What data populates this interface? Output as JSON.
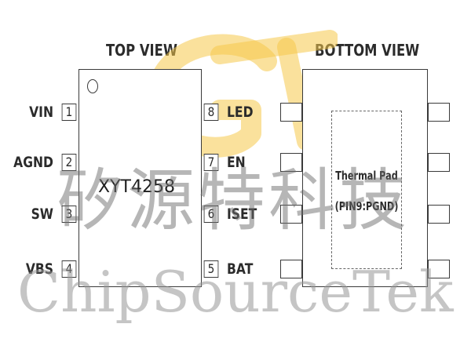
{
  "top_view_title": "TOP VIEW",
  "bottom_view_title": "BOTTOM VIEW",
  "part_number": "XYT4258",
  "left_pins": [
    {
      "num": "1",
      "name": "VIN"
    },
    {
      "num": "2",
      "name": "AGND"
    },
    {
      "num": "3",
      "name": "SW"
    },
    {
      "num": "4",
      "name": "VBS"
    }
  ],
  "right_pins": [
    {
      "num": "8",
      "name": "LED"
    },
    {
      "num": "7",
      "name": "EN"
    },
    {
      "num": "6",
      "name": "ISET"
    },
    {
      "num": "5",
      "name": "BAT"
    }
  ],
  "thermal_pad": {
    "line1": "Thermal Pad",
    "line2": "(PIN9:PGND)"
  },
  "watermark": {
    "chinese": "矽源特科技",
    "english": "ChipSourceTek"
  },
  "colors": {
    "logo": "#f5c84a",
    "outline": "#3a3a3a",
    "watermark": "#8a8a8a"
  }
}
